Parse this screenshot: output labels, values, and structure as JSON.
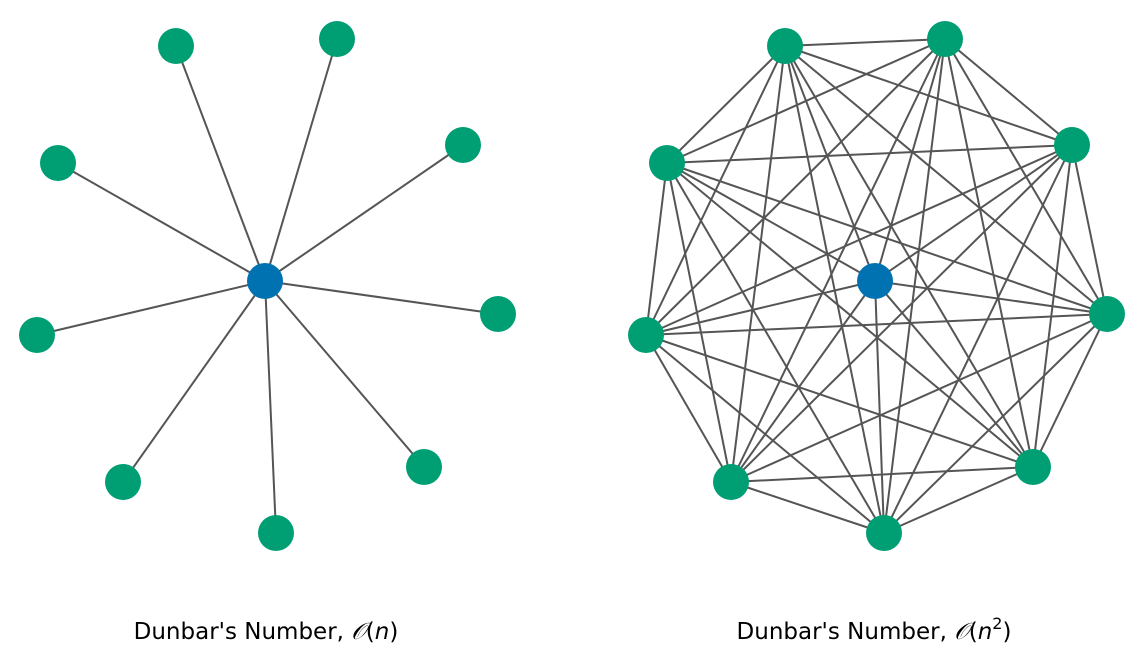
{
  "colors": {
    "peer_node": "#009E73",
    "center_node": "#0072B2",
    "edge": "#555555",
    "background": "#FFFFFF"
  },
  "left_diagram": {
    "caption": {
      "prefix": "Dunbar's Number, ",
      "complexity_symbol": "𝒪",
      "open_paren": "(",
      "variable": "n",
      "close_paren": ")"
    },
    "topology": "star",
    "center_node": "center",
    "peer_nodes": [
      "p1",
      "p2",
      "p3",
      "p4",
      "p5",
      "p6",
      "p7",
      "p8",
      "p9"
    ]
  },
  "right_diagram": {
    "caption": {
      "prefix": "Dunbar's Number, ",
      "complexity_symbol": "𝒪",
      "open_paren": "(",
      "variable": "n",
      "exponent": "2",
      "close_paren": ")"
    },
    "topology": "complete",
    "center_node": "center",
    "peer_nodes": [
      "p1",
      "p2",
      "p3",
      "p4",
      "p5",
      "p6",
      "p7",
      "p8",
      "p9"
    ]
  }
}
